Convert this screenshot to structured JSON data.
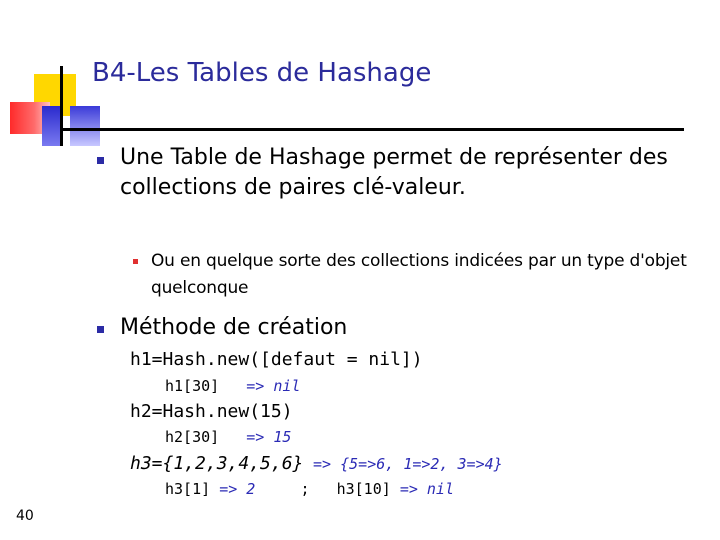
{
  "slide": {
    "title": "B4-Les Tables de Hashage",
    "page_number": "40",
    "bullet1": "Une Table de Hashage permet de représenter des collections de paires clé-valeur.",
    "sub_bullet1": "Ou en quelque sorte des collections indicées par un type d'objet quelconque",
    "bullet2": "Méthode de création",
    "code": {
      "line1": "h1=Hash.new([defaut = nil])",
      "line2_expr": "h1[30]",
      "line2_result": "=> nil",
      "line3": "h2=Hash.new(15)",
      "line4_expr": "h2[30]",
      "line4_result": "=> 15",
      "line5_expr": "h3={1,2,3,4,5,6}",
      "line5_result": "=> {5=>6, 1=>2, 3=>4}",
      "line6_expr1": "h3[1]",
      "line6_result1": "=> 2",
      "line6_sep": ";",
      "line6_expr2": "h3[10]",
      "line6_result2": "=> nil"
    }
  },
  "colors": {
    "title": "#2b2b9b",
    "bullet_primary": "#2b2ba5",
    "bullet_secondary": "#e03030",
    "result_text": "#2b2bb5",
    "deco_yellow": "#ffd700",
    "deco_red": "#ff2a2a",
    "deco_blue": "#2a2acd"
  }
}
